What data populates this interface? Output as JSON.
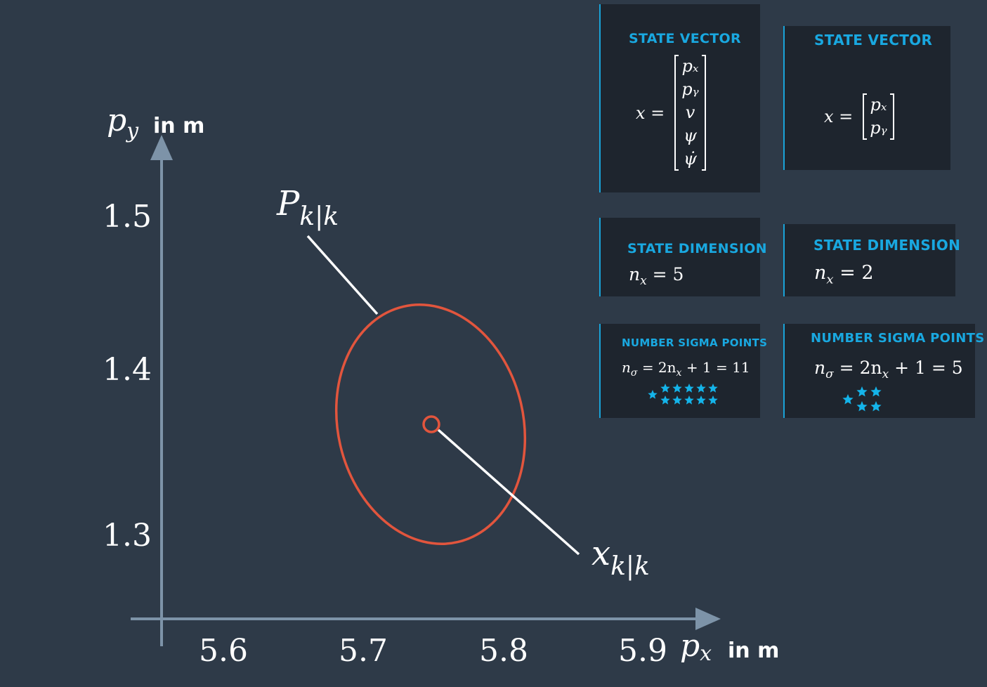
{
  "plot": {
    "y_axis": {
      "symbol_main": "p",
      "symbol_sub": "y",
      "unit": "in m",
      "ticks": [
        "1.5",
        "1.4",
        "1.3"
      ]
    },
    "x_axis": {
      "symbol_main": "p",
      "symbol_sub": "x",
      "unit": "in m",
      "ticks": [
        "5.6",
        "5.7",
        "5.8",
        "5.9"
      ]
    },
    "covariance_label": {
      "main": "P",
      "sub": "k|k"
    },
    "mean_label": {
      "main": "x",
      "sub": "k|k"
    },
    "colors": {
      "axis": "#7d93a8",
      "ellipse": "#e2553d",
      "leader": "#ffffff"
    }
  },
  "cards": {
    "state_vector_5": {
      "title": "STATE VECTOR",
      "lhs": "x =",
      "entries": [
        "pₓ",
        "pᵧ",
        "v",
        "ψ",
        "ψ̇"
      ]
    },
    "state_vector_2": {
      "title": "STATE VECTOR",
      "lhs": "x =",
      "entries": [
        "pₓ",
        "pᵧ"
      ]
    },
    "state_dim_5": {
      "title": "STATE DIMENSION",
      "var": "n",
      "sub": "x",
      "rhs": "= 5"
    },
    "state_dim_2": {
      "title": "STATE DIMENSION",
      "var": "n",
      "sub": "x",
      "rhs": "= 2"
    },
    "sigma_11": {
      "title": "NUMBER SIGMA POINTS",
      "var": "n",
      "sub": "σ",
      "mid": "= 2n",
      "sub2": "x",
      "rhs": "+ 1 = 11",
      "star_count": 11
    },
    "sigma_5": {
      "title": "NUMBER SIGMA POINTS",
      "var": "n",
      "sub": "σ",
      "mid": "= 2n",
      "sub2": "x",
      "rhs": "+ 1 = 5",
      "star_count": 5
    }
  },
  "accent_color": "#19a8e0",
  "star_color": "#14b4ea"
}
